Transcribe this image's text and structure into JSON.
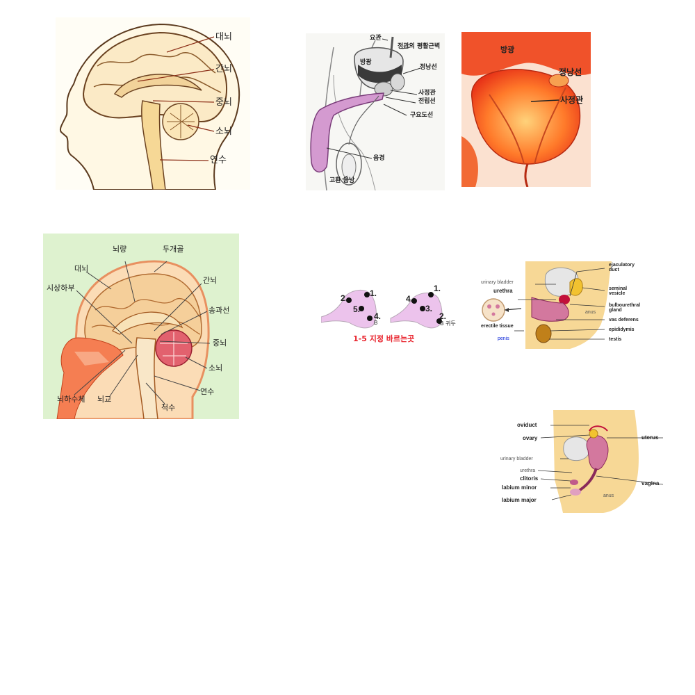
{
  "brain_sketch": {
    "labels": [
      "대뇌",
      "간뇌",
      "중뇌",
      "소뇌",
      "연수"
    ]
  },
  "male_diagram": {
    "labels": [
      "요관",
      "정관의 평활근벽",
      "방광",
      "정낭선",
      "사정관",
      "전립선",
      "구요도선",
      "음경",
      "고환 음낭"
    ]
  },
  "prostate_photo": {
    "labels": [
      "방광",
      "정낭선",
      "사정관"
    ]
  },
  "brain_color": {
    "labels": [
      "뇌량",
      "두개골",
      "대뇌",
      "간뇌",
      "시상하부",
      "송과선",
      "중뇌",
      "소뇌",
      "연수",
      "뇌하수체",
      "뇌교",
      "척수"
    ]
  },
  "points_diagram": {
    "left_points": [
      "2.",
      "1.",
      "5.",
      "4."
    ],
    "left_sub": "B",
    "right_points": [
      "4.",
      "1.",
      "3.",
      "2."
    ],
    "right_sub": "B 귀두",
    "caption": "1-5 지정 바르는곳",
    "colors": {
      "caption": "#e8202a",
      "fill": "#ecc3ec"
    }
  },
  "male_english": {
    "left_labels": [
      "urinary bladder",
      "urethra",
      "erectile tissue",
      "penis"
    ],
    "inner_labels": [
      "anus"
    ],
    "right_labels": [
      "ejaculatory duct",
      "seminal vesicle",
      "bulbourethral gland",
      "vas deferens",
      "epididymis",
      "testis"
    ]
  },
  "female_english": {
    "left_labels": [
      "oviduct",
      "ovary",
      "urinary bladder",
      "urethra",
      "clitoris",
      "labium minor",
      "labium major"
    ],
    "inner_labels": [
      "anus"
    ],
    "right_labels": [
      "uterus",
      "vagina"
    ]
  }
}
